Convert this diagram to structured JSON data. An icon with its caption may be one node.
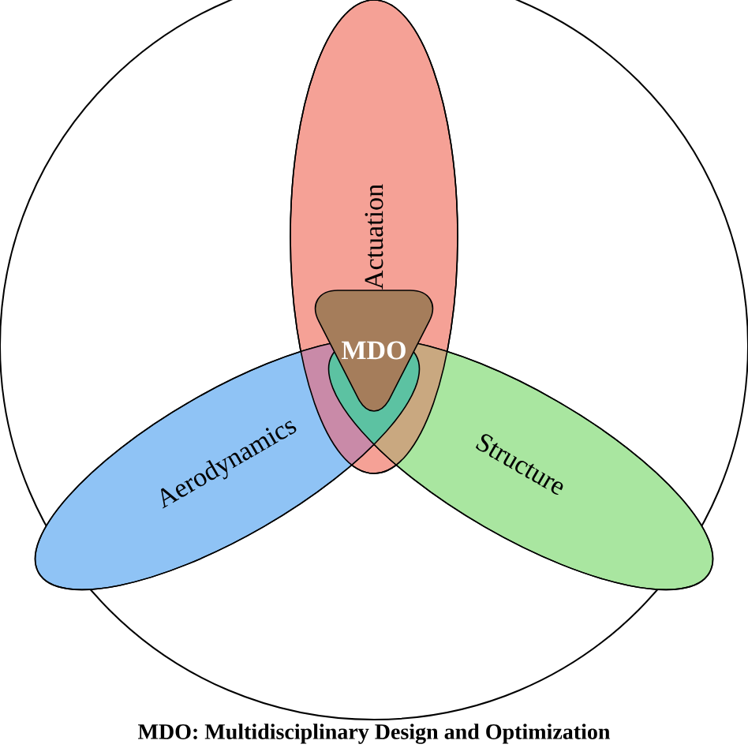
{
  "diagram": {
    "caption": "MDO: Multidisciplinary Design and Optimization",
    "nodes": [
      {
        "text": [],
        "shape": "circle"
      },
      {
        "text": [
          "Actuation"
        ],
        "in": 0
      },
      {
        "text": [
          "Aerodynamics"
        ],
        "in": 0
      },
      {
        "text": [
          "Structure"
        ],
        "in": 0
      },
      {
        "text": [
          "MDO"
        ],
        "in": 1
      }
    ]
  }
}
